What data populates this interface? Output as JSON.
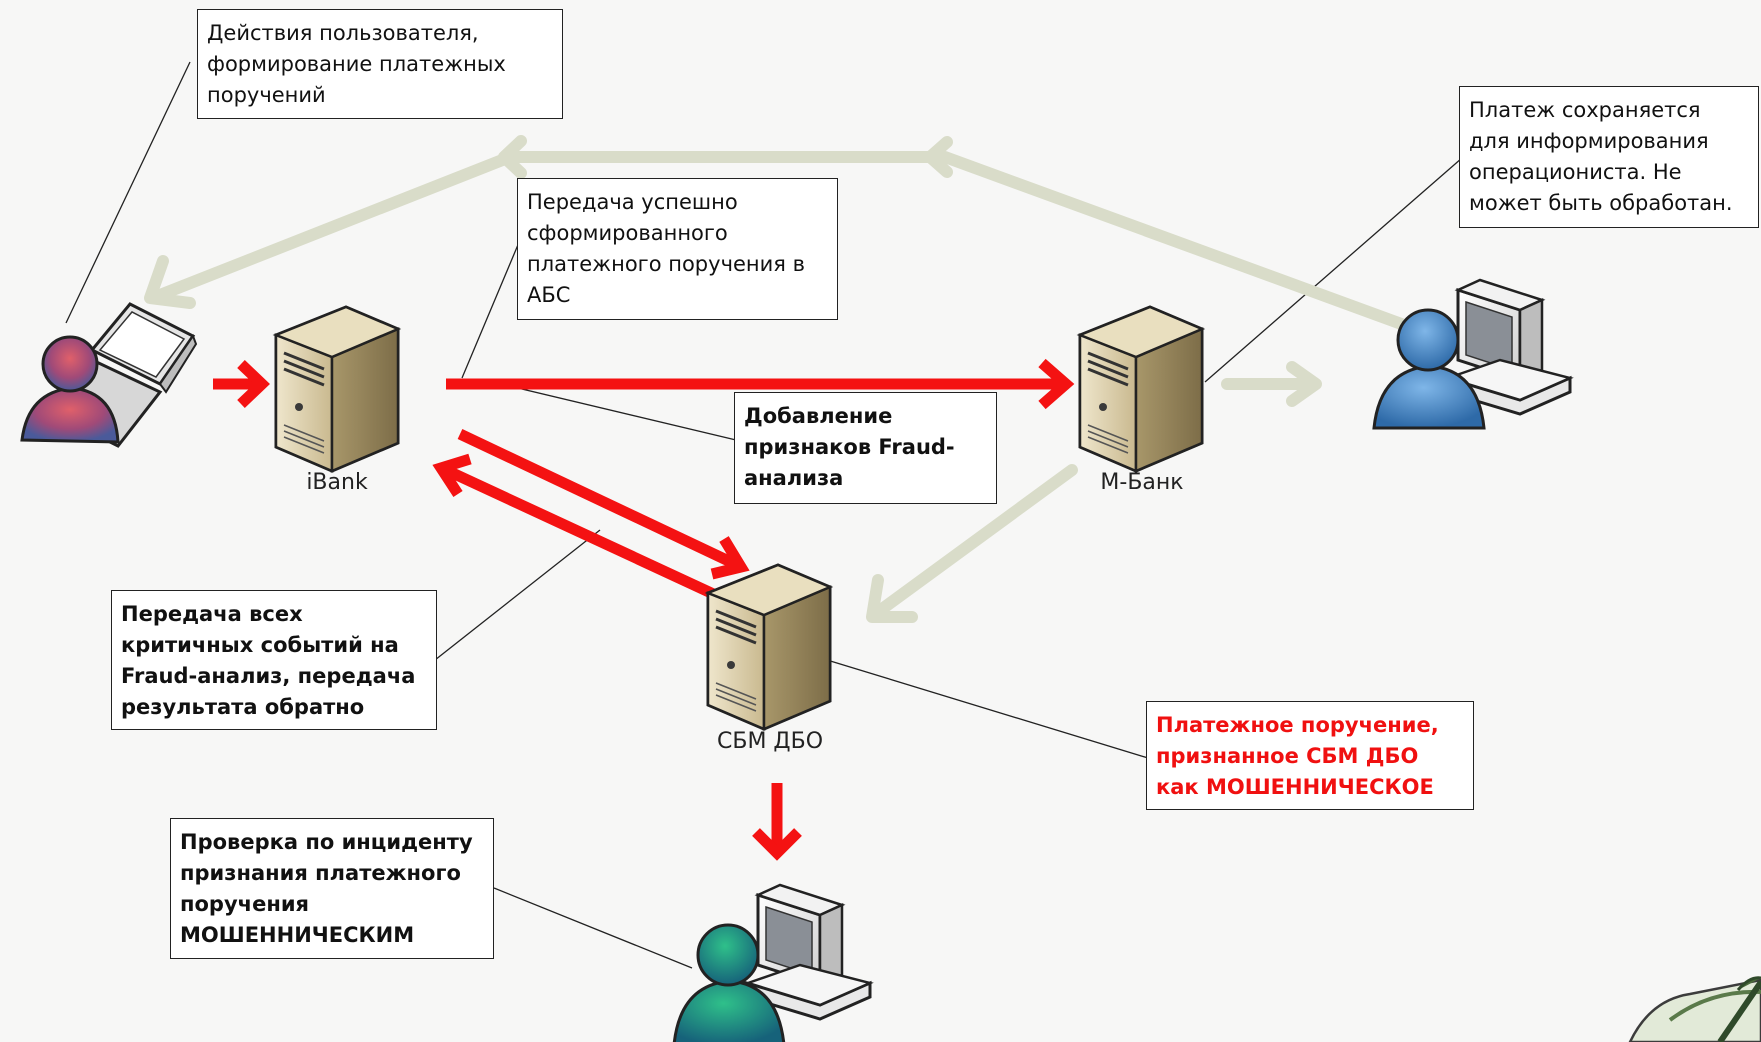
{
  "nodes": {
    "ibank": "iBank",
    "mbank": "М-Банк",
    "sbm": "СБМ ДБО"
  },
  "callouts": {
    "user_actions": "Действия пользователя,\nформирование платежных\nпоручений",
    "transfer_abs": "Передача успешно\nсформированного\nплатежного поручения в\nАБС",
    "payment_saved": "Платеж сохраняется\nдля информирования\nоперациониста. Не\nможет быть обработан.",
    "fraud_features": "Добавление\nпризнаков Fraud-\nанализа",
    "critical_events": "Передача всех\nкритичных событий на\nFraud-анализ, передача\nрезультата обратно",
    "fraud_recognized": "Платежное поручение,\nпризнанное СБМ ДБО\nкак МОШЕННИЧЕСКОЕ",
    "incident_check": "Проверка по инциденту\nпризнания платежного\nпоручения\nМОШЕННИЧЕСКИМ"
  },
  "colors": {
    "red_arrow": "#f41212",
    "gray_arrow": "#d9dcc9",
    "fraud_text": "#f01010",
    "client_user": "#c0405a",
    "operator_user": "#3d7fc4",
    "analyst_user": "#1f9a78"
  },
  "icons": [
    "laptop-user-icon",
    "server-icon",
    "desktop-operator-icon",
    "desktop-analyst-icon",
    "quill-logo-icon"
  ]
}
